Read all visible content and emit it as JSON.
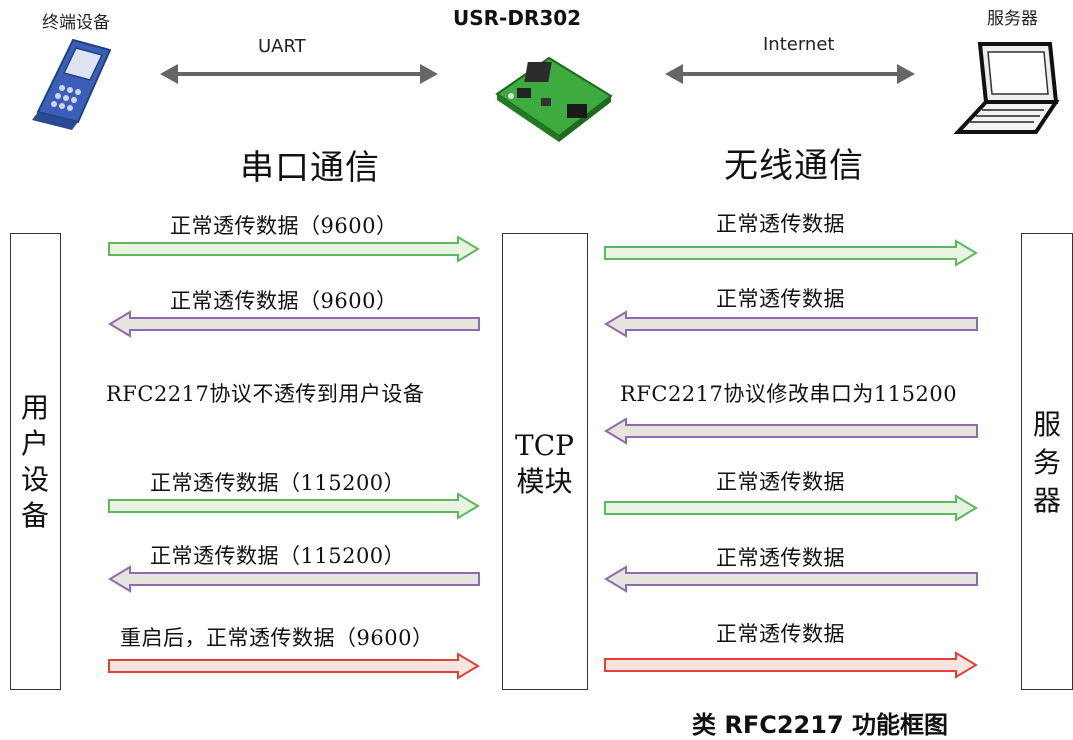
{
  "top": {
    "terminal_label": "终端设备",
    "device_name": "USR-DR302",
    "server_label": "服务器",
    "uart_label": "UART",
    "internet_label": "Internet"
  },
  "sections": {
    "serial": "串口通信",
    "wireless": "无线通信"
  },
  "boxes": {
    "user_device": [
      "用",
      "户",
      "设",
      "备"
    ],
    "tcp_module": [
      "TCP",
      "模块"
    ],
    "server": [
      "服",
      "务",
      "器"
    ]
  },
  "left_messages": [
    {
      "text": "正常透传数据（9600）",
      "direction": "right",
      "color": "green"
    },
    {
      "text": "正常透传数据（9600）",
      "direction": "left",
      "color": "purple"
    },
    {
      "text": "RFC2217协议不透传到用户设备",
      "direction": "none",
      "color": ""
    },
    {
      "text": "正常透传数据（115200）",
      "direction": "right",
      "color": "green"
    },
    {
      "text": "正常透传数据（115200）",
      "direction": "left",
      "color": "purple"
    },
    {
      "text": "重启后，正常透传数据（9600）",
      "direction": "right",
      "color": "red"
    }
  ],
  "right_messages": [
    {
      "text": "正常透传数据",
      "direction": "right",
      "color": "green"
    },
    {
      "text": "正常透传数据",
      "direction": "left",
      "color": "purple"
    },
    {
      "text": "RFC2217协议修改串口为115200",
      "direction": "left",
      "color": "purple"
    },
    {
      "text": "正常透传数据",
      "direction": "right",
      "color": "green"
    },
    {
      "text": "正常透传数据",
      "direction": "left",
      "color": "purple"
    },
    {
      "text": "正常透传数据",
      "direction": "right",
      "color": "red"
    }
  ],
  "caption": "类 RFC2217 功能框图",
  "colors": {
    "green_stroke": "#5cb85c",
    "green_fill": "#e8f3e2",
    "purple_stroke": "#8e6bb0",
    "purple_fill": "#e6e4dc",
    "red_stroke": "#e0413a",
    "red_fill": "#f6e4df",
    "connector_gray": "#666666"
  }
}
